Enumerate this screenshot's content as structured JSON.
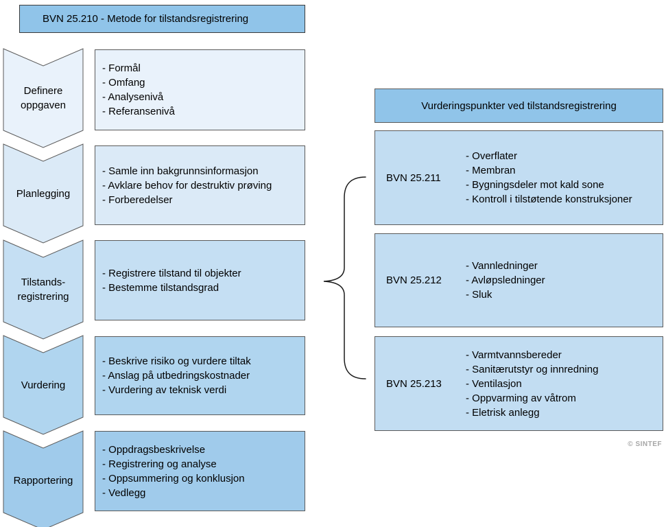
{
  "title": "BVN 25.210 - Metode for tilstandsregistrering",
  "process": {
    "steps": [
      {
        "label": "Definere\noppgaven",
        "details": [
          "- Formål",
          "- Omfang",
          "- Analysenivå",
          "- Referansenivå"
        ]
      },
      {
        "label": "Planlegging",
        "details": [
          "- Samle inn bakgrunnsinformasjon",
          "- Avklare behov for destruktiv prøving",
          "- Forberedelser"
        ]
      },
      {
        "label": "Tilstands-\nregistrering",
        "details": [
          "- Registrere tilstand til objekter",
          "- Bestemme tilstandsgrad"
        ]
      },
      {
        "label": "Vurdering",
        "details": [
          "- Beskrive risiko og vurdere tiltak",
          "- Anslag på utbedringskostnader",
          "- Vurdering av teknisk verdi"
        ]
      },
      {
        "label": "Rapportering",
        "details": [
          "- Oppdragsbeskrivelse",
          "- Registrering og analyse",
          "- Oppsummering og konklusjon",
          "- Vedlegg"
        ]
      }
    ]
  },
  "right_panel": {
    "header": "Vurderingspunkter ved tilstandsregistrering",
    "boxes": [
      {
        "code": "BVN 25.211",
        "items": [
          "- Overflater",
          "- Membran",
          "- Bygningsdeler mot kald sone",
          "- Kontroll i tilstøtende konstruksjoner"
        ]
      },
      {
        "code": "BVN 25.212",
        "items": [
          "- Vannledninger",
          "- Avløpsledninger",
          "- Sluk"
        ]
      },
      {
        "code": "BVN 25.213",
        "items": [
          "- Varmtvannsbereder",
          "- Sanitærutstyr og innredning",
          "- Ventilasjon",
          "- Oppvarming av våtrom",
          "- Eletrisk anlegg"
        ]
      }
    ]
  },
  "copyright": "© SINTEF",
  "colors": {
    "header-fill": "#90c4e9",
    "title-border": "#3a3a3a",
    "box-border": "#5a5a5a",
    "row1": "#e9f2fb",
    "row2": "#dbeaf7",
    "row3": "#c5dff3",
    "row4": "#b0d5ef",
    "row5": "#a0cbeb",
    "right-box-fill": "#c2ddf2",
    "brace-color": "#1a1a1a",
    "copyright-color": "#a6a6a6"
  }
}
